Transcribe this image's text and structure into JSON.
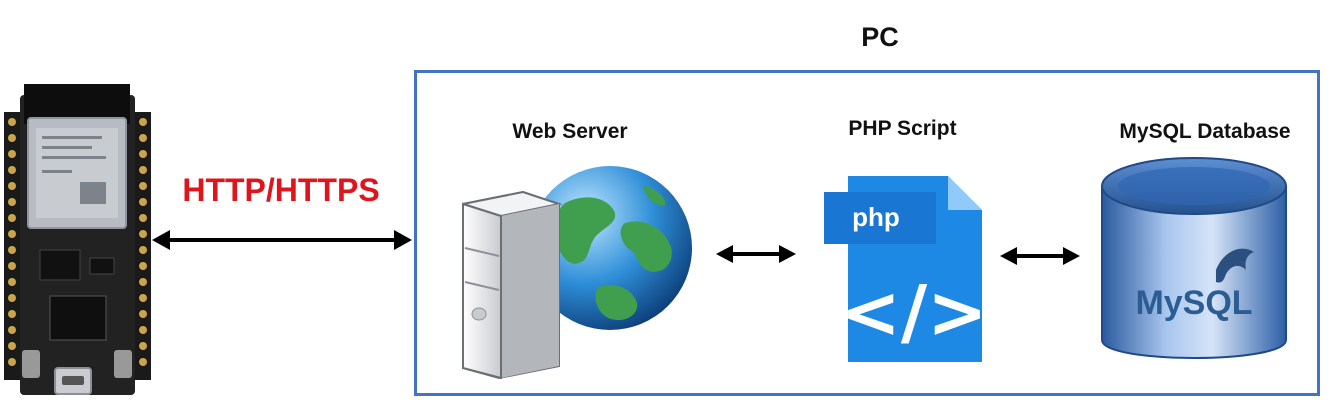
{
  "diagram": {
    "container_title": "PC",
    "protocol_label": "HTTP/HTTPS",
    "components": {
      "web_server": "Web Server",
      "php_script": "PHP Script",
      "database": "MySQL Database"
    },
    "php_icon_text": "php",
    "php_code_glyph": "</>",
    "mysql_logo_text": "MySQL"
  },
  "colors": {
    "container_border": "#4472c4",
    "protocol_text": "#e0141b",
    "php_doc": "#1e88e5",
    "db_cylinder": "#3d6fb5"
  },
  "icons": [
    "esp32-board-image",
    "server-icon",
    "globe-icon",
    "php-file-icon",
    "mysql-database-icon",
    "double-arrow-icon"
  ]
}
